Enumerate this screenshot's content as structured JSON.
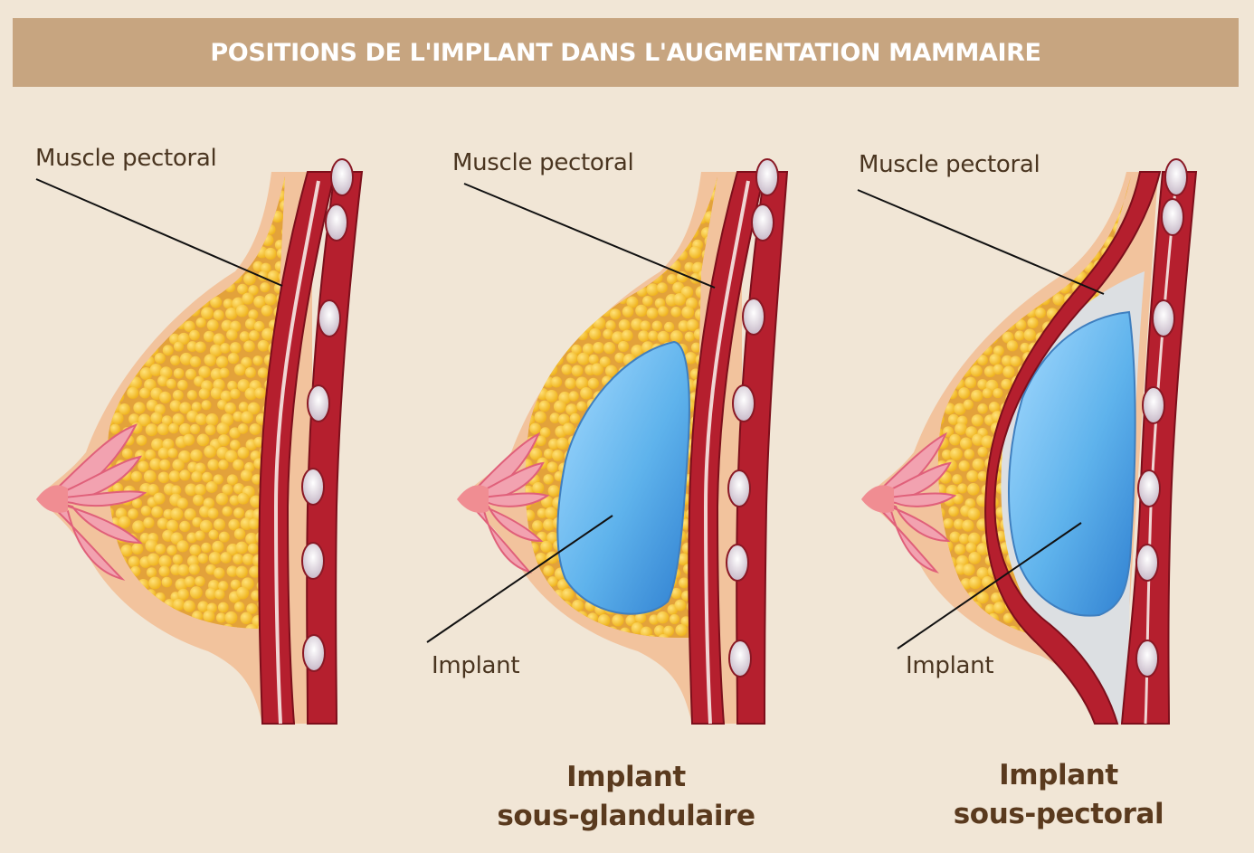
{
  "header": {
    "title": "POSITIONS DE L'IMPLANT DANS L'AUGMENTATION MAMMAIRE"
  },
  "panels": [
    {
      "muscle_label": "Muscle pectoral"
    },
    {
      "muscle_label": "Muscle pectoral",
      "implant_label": "Implant",
      "caption": [
        "Implant",
        "sous-glandulaire"
      ]
    },
    {
      "muscle_label": "Muscle pectoral",
      "implant_label": "Implant",
      "caption": [
        "Implant",
        "sous-pectoral"
      ]
    }
  ],
  "colors": {
    "background": "#f1e6d6",
    "banner": "#c7a580",
    "skin": "#f2c39d",
    "fat": "#f7c52f",
    "muscle": "#b51f2e",
    "rib": "#e8dde6",
    "implant": "#5fb3ec",
    "gland": "#f2a2b0"
  }
}
